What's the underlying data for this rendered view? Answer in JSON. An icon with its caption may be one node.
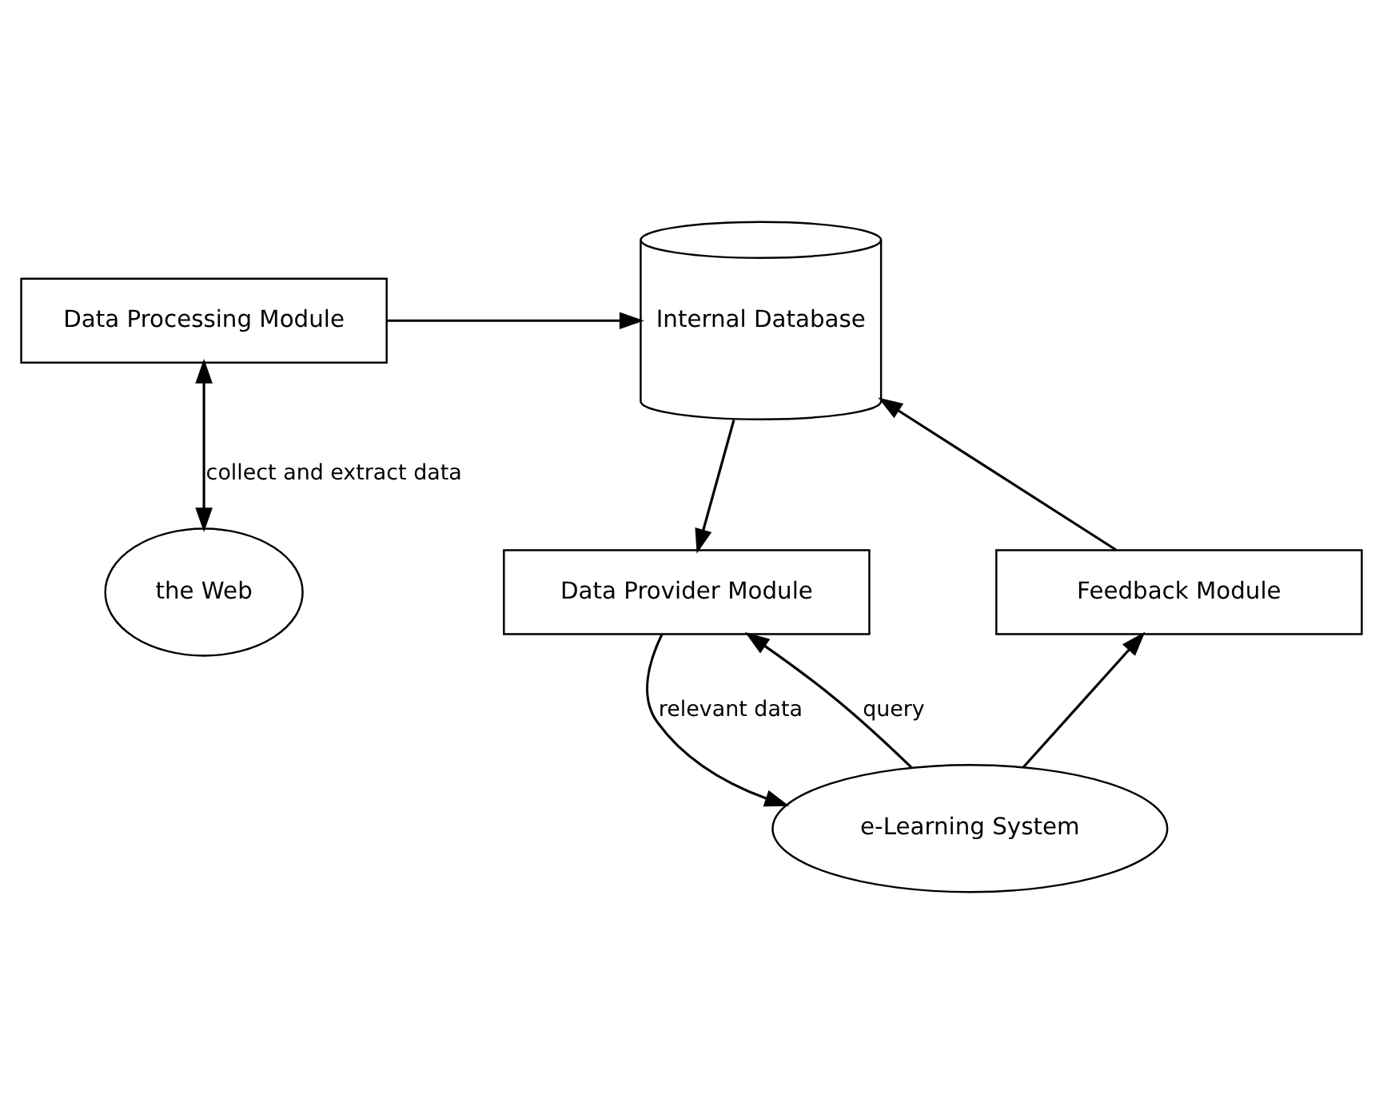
{
  "diagram": {
    "nodes": [
      {
        "text": [
          "the Web"
        ]
      },
      {
        "text": [
          "Data Processing Module"
        ]
      },
      {
        "text": [
          "Internal Database"
        ]
      },
      {
        "text": [
          "Data Provider Module"
        ]
      },
      {
        "text": [
          "Feedback Module"
        ]
      },
      {
        "text": [
          "e-Learning System"
        ]
      }
    ],
    "edges": [
      {
        "from": 1,
        "to": 0,
        "arrow": "both",
        "label": "collect and extract data"
      },
      {
        "from": 1,
        "to": 2,
        "arrow": "to"
      },
      {
        "from": 2,
        "to": 3,
        "arrow": "to"
      },
      {
        "from": 5,
        "to": 3,
        "arrow": "to",
        "label": "query"
      },
      {
        "from": 3,
        "to": 5,
        "arrow": "to",
        "label": "relevant data"
      },
      {
        "from": 5,
        "to": 4,
        "arrow": "to"
      },
      {
        "from": 4,
        "to": 2,
        "arrow": "to"
      }
    ]
  }
}
